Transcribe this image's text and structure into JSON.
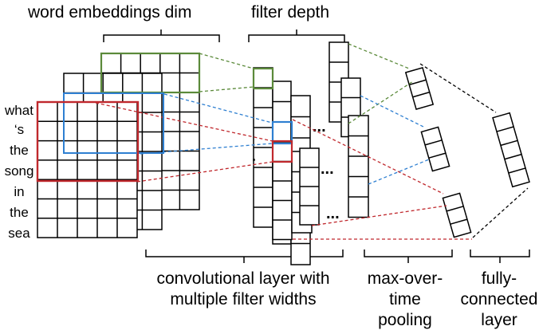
{
  "labels": {
    "word_embeddings_dim": "word embeddings dim",
    "filter_depth": "filter depth",
    "conv_line1": "convolutional layer with",
    "conv_line2": "multiple filter widths",
    "pool_line1": "max-over-",
    "pool_line2": "time",
    "pool_line3": "pooling",
    "fc_line1": "fully-",
    "fc_line2": "connected",
    "fc_line3": "layer",
    "ellipsis": "..."
  },
  "sentence_words": [
    "what",
    "‘s",
    "the",
    "song",
    "in",
    "the",
    "sea"
  ],
  "colors": {
    "green": "#5b8a3a",
    "blue": "#2e7fd1",
    "red": "#c0282d",
    "black": "#000000"
  }
}
